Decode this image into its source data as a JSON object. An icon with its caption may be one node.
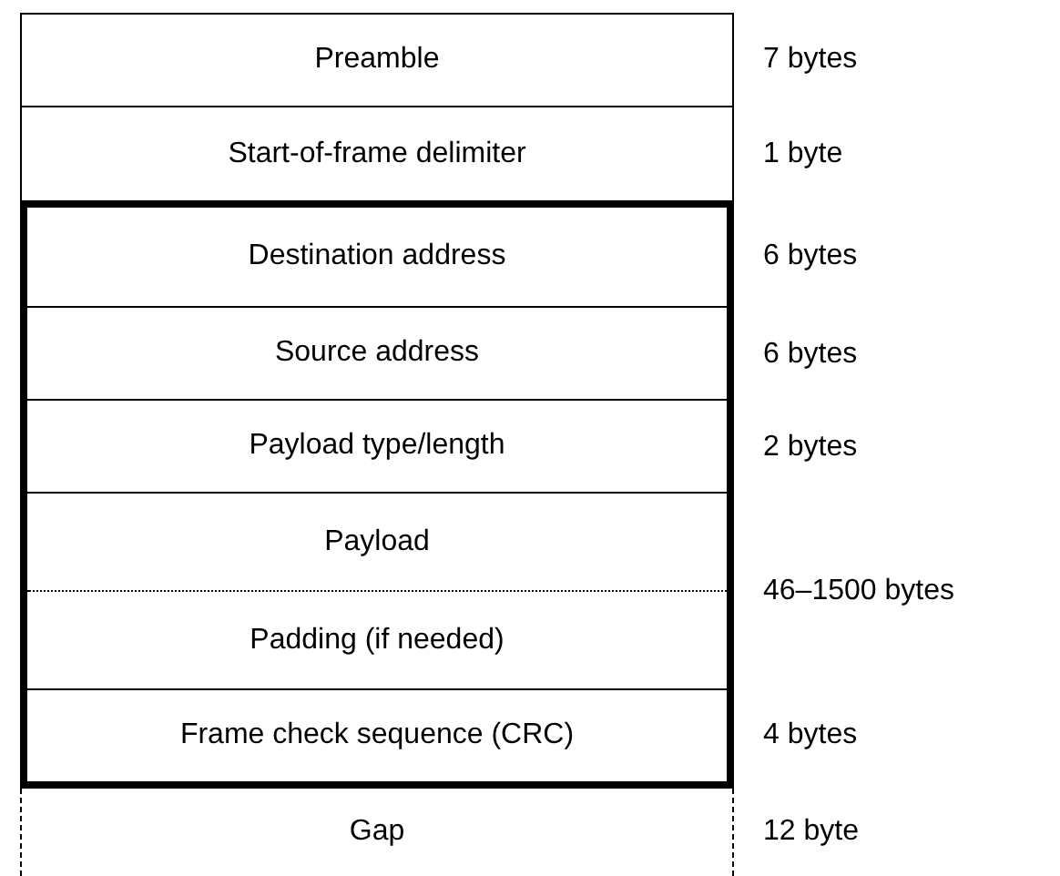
{
  "diagram": {
    "nodes": [
      {
        "text": [
          "Preamble"
        ]
      },
      {
        "text": [
          "Start-of-frame delimiter"
        ]
      },
      {
        "text": [],
        "shape": "box"
      },
      {
        "text": [
          "Destination address"
        ],
        "in": 2
      },
      {
        "text": [
          "Source address"
        ],
        "in": 2
      },
      {
        "text": [
          "Payload type/length"
        ],
        "in": 2
      },
      {
        "text": [
          "Payload"
        ],
        "in": 2
      },
      {
        "text": [
          "Padding (if needed)"
        ],
        "in": 2
      },
      {
        "text": [
          "Frame check sequence (CRC)"
        ],
        "in": 2
      },
      {
        "text": [
          "Gap"
        ]
      }
    ],
    "labels": [
      "7 bytes",
      "1 byte",
      "6 bytes",
      "6 bytes",
      "2 bytes",
      "46–1500 bytes",
      "4 bytes",
      "12 byte"
    ]
  }
}
